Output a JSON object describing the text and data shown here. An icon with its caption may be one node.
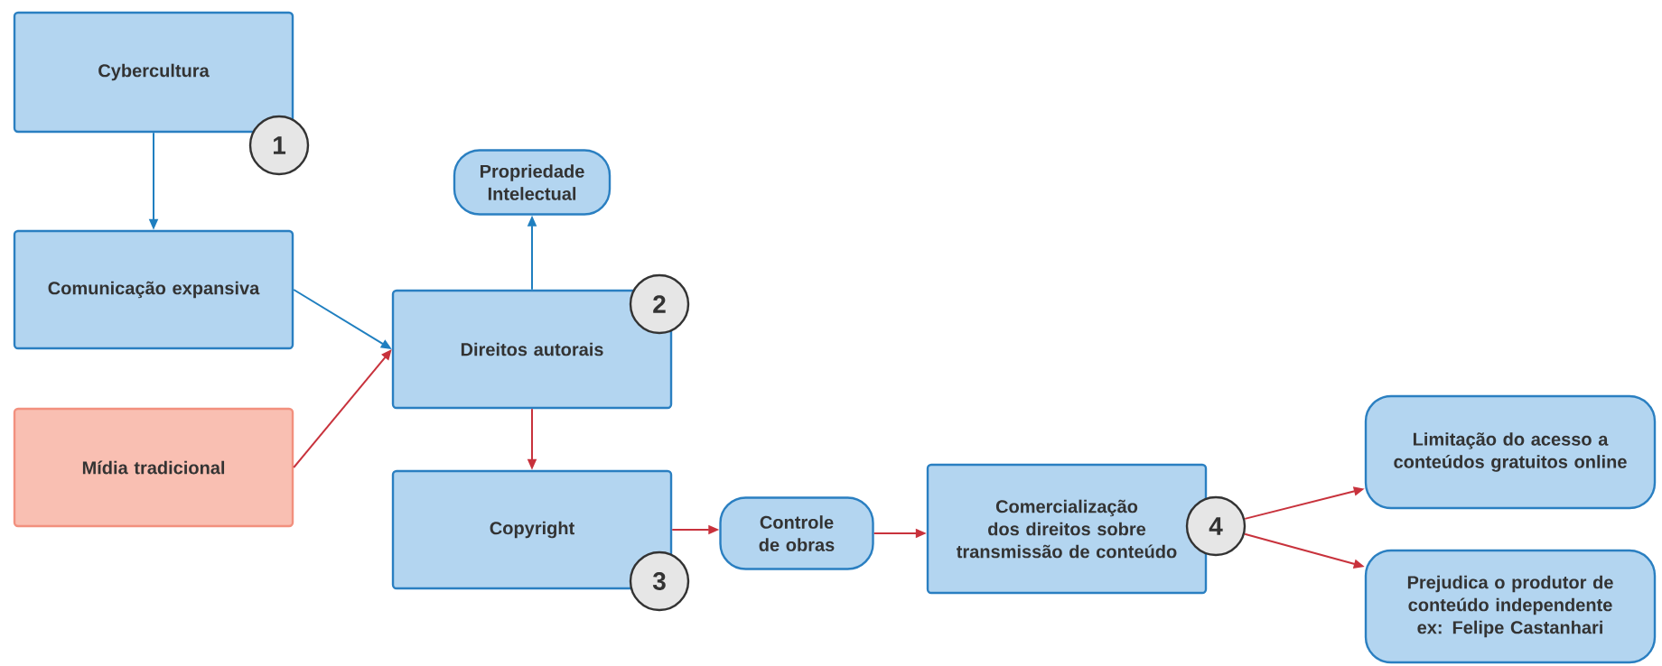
{
  "diagram": {
    "nodes": [
      {
        "text": [
          "Cybercultura"
        ]
      },
      {
        "text": [
          "1"
        ]
      },
      {
        "text": [
          "Comunicação expansiva"
        ]
      },
      {
        "text": [
          "Mídia tradicional"
        ]
      },
      {
        "text": [
          "Propriedade Intelectual"
        ]
      },
      {
        "text": [
          "Direitos autorais"
        ]
      },
      {
        "text": [
          "2"
        ]
      },
      {
        "text": [
          "Copyright"
        ]
      },
      {
        "text": [
          "3"
        ]
      },
      {
        "text": [
          "Controle de obras"
        ]
      },
      {
        "text": [
          "Comercialização dos direitos sobre transmissão de conteúdo"
        ]
      },
      {
        "text": [
          "4"
        ]
      },
      {
        "text": [
          "Limitação do acesso a conteúdos gratuitos online"
        ]
      },
      {
        "text": [
          "Prejudica o produtor de conteúdo independente ex: Felipe Castanhari"
        ]
      }
    ],
    "edges": [
      {
        "from": 0,
        "to": 2,
        "arrow": "to",
        "color": "#1f7fc0"
      },
      {
        "from": 2,
        "to": 5,
        "arrow": "to",
        "color": "#1f7fc0"
      },
      {
        "from": 3,
        "to": 5,
        "arrow": "to"
      },
      {
        "from": 5,
        "to": 4,
        "arrow": "to",
        "color": "#1f7fc0"
      },
      {
        "from": 5,
        "to": 7,
        "arrow": "to"
      },
      {
        "from": 7,
        "to": 9,
        "arrow": "to"
      },
      {
        "from": 9,
        "to": 10,
        "arrow": "to"
      },
      {
        "from": 11,
        "to": 12,
        "arrow": "to"
      },
      {
        "from": 11,
        "to": 13,
        "arrow": "to"
      }
    ]
  }
}
